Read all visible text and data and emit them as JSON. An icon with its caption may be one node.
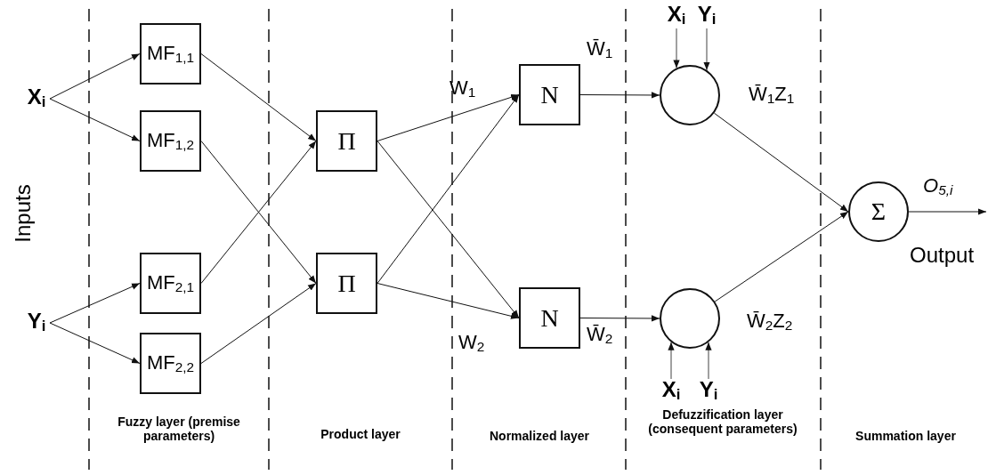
{
  "diagram": {
    "nodes": [
      {
        "text": [
          "X$_{i}$"
        ]
      },
      {
        "text": [
          "Y$_{i}$"
        ]
      },
      {
        "text": [
          "MF$_{1,1}$"
        ]
      },
      {
        "text": [
          "MF$_{1,2}$"
        ]
      },
      {
        "text": [
          "MF$_{2,1}$"
        ]
      },
      {
        "text": [
          "MF$_{2,2}$"
        ]
      },
      {
        "text": [
          "Π"
        ]
      },
      {
        "text": [
          "Π"
        ]
      },
      {
        "text": [
          "N"
        ]
      },
      {
        "text": [
          "N"
        ]
      },
      {
        "text": [],
        "shape": "circle"
      },
      {
        "text": [],
        "shape": "circle"
      },
      {
        "text": [
          "X$_{i}$"
        ]
      },
      {
        "text": [
          "Y$_{i}$"
        ]
      },
      {
        "text": [
          "X$_{i}$"
        ]
      },
      {
        "text": [
          "Y$_{i}$"
        ]
      },
      {
        "text": [
          "Σ"
        ]
      }
    ],
    "edges": [
      {
        "from": 0,
        "to": 2,
        "arrow": "to"
      },
      {
        "from": 0,
        "to": 3,
        "arrow": "to"
      },
      {
        "from": 1,
        "to": 4,
        "arrow": "to"
      },
      {
        "from": 1,
        "to": 5,
        "arrow": "to"
      },
      {
        "from": 2,
        "to": 6,
        "arrow": "to"
      },
      {
        "from": 4,
        "to": 6,
        "arrow": "to"
      },
      {
        "from": 3,
        "to": 7,
        "arrow": "to"
      },
      {
        "from": 5,
        "to": 7,
        "arrow": "to"
      },
      {
        "from": 6,
        "to": 8,
        "arrow": "to"
      },
      {
        "from": 7,
        "to": 8,
        "arrow": "to"
      },
      {
        "from": 6,
        "to": 9,
        "arrow": "to"
      },
      {
        "from": 7,
        "to": 9,
        "arrow": "to"
      },
      {
        "from": 8,
        "to": 10,
        "arrow": "to",
        "label": "W̄$_{1}$"
      },
      {
        "from": 9,
        "to": 11,
        "arrow": "to",
        "label": "W̄$_{2}$"
      },
      {
        "from": 12,
        "to": 10,
        "arrow": "to"
      },
      {
        "from": 13,
        "to": 10,
        "arrow": "to"
      },
      {
        "from": 14,
        "to": 11,
        "arrow": "to"
      },
      {
        "from": 15,
        "to": 11,
        "arrow": "to"
      },
      {
        "from": 10,
        "to": 16,
        "arrow": "to",
        "label": "W̄$_{1}$Z$_{1}$"
      },
      {
        "from": 11,
        "to": 16,
        "arrow": "to",
        "label": "W̄$_{2}$Z$_{2}$"
      },
      {
        "from": 16,
        "to": null,
        "arrow": "to",
        "label": "O$_{5,i}$"
      }
    ],
    "labels": [
      "Inputs",
      "W$_{1}$",
      "W$_{2}$",
      "Output",
      "Fuzzy layer (premise parameters)",
      "Product layer",
      "Normalized layer",
      "Defuzzification layer (consequent parameters)",
      "Summation layer"
    ]
  }
}
